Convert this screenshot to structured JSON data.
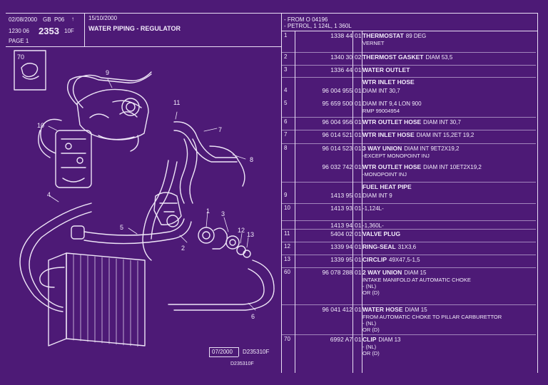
{
  "header": {
    "date": "02/08/2000",
    "market": "GB",
    "ref": "P06",
    "arrow": "↑",
    "codes": "1230 06",
    "page_code": "2353",
    "suffix": "10F",
    "page": "PAGE 1",
    "issue_date": "15/10/2000",
    "title": "WATER PIPING - REGULATOR",
    "from": "- FROM O   04196",
    "applicability": "- PETROL, 1 124L, 1 360L"
  },
  "diagram": {
    "inset_label": "70",
    "callouts": [
      "9",
      "11",
      "10",
      "7",
      "8",
      "4",
      "1",
      "3",
      "12",
      "13",
      "5",
      "2",
      "6"
    ]
  },
  "parts": [
    {
      "idx": "1",
      "ref": "1338 44",
      "qty": "01",
      "name": "THERMOSTAT",
      "detail": "89 DEG",
      "sub": [
        "VERNET"
      ]
    },
    {
      "idx": "2",
      "ref": "1340 30",
      "qty": "02",
      "name": "THERMOST GASKET",
      "detail": "DIAM 53,5",
      "sub": []
    },
    {
      "idx": "3",
      "ref": "1336 44",
      "qty": "01",
      "name": "WATER OUTLET",
      "detail": "",
      "sub": []
    },
    {
      "idx": "",
      "ref": "",
      "qty": "",
      "name": "WTR INLET HOSE",
      "detail": "",
      "sub": []
    },
    {
      "idx": "4",
      "ref": "96 004 955",
      "qty": "01",
      "name": "",
      "detail": "DIAM INT 30,7",
      "sub": []
    },
    {
      "idx": "5",
      "ref": "95 659 500",
      "qty": "01",
      "name": "",
      "detail": "DIAM INT 9,4 LON 900",
      "sub": [
        "RMP 99004954"
      ]
    },
    {
      "idx": "6",
      "ref": "96 004 956",
      "qty": "01",
      "name": "WTR OUTLET HOSE",
      "detail": "DIAM INT 30,7",
      "sub": []
    },
    {
      "idx": "7",
      "ref": "96 014 521",
      "qty": "01",
      "name": "WTR INLET HOSE",
      "detail": "DIAM INT 15,2ET 19,2",
      "sub": []
    },
    {
      "idx": "8",
      "ref": "96 014 523",
      "qty": "01",
      "name": "3 WAY UNION",
      "detail": "DIAM INT 9ET2X19,2",
      "sub": [
        "-EXCEPT MONOPOINT INJ"
      ]
    },
    {
      "idx": "",
      "ref": "96 032 742",
      "qty": "01",
      "name": "WTR OUTLET HOSE",
      "detail": "DIAM INT 10ET2X19,2",
      "sub": [
        "-MONOPOINT INJ"
      ]
    },
    {
      "idx": "",
      "ref": "",
      "qty": "",
      "name": "FUEL HEAT PIPE",
      "detail": "",
      "sub": []
    },
    {
      "idx": "9",
      "ref": "1413 95",
      "qty": "01",
      "name": "",
      "detail": "DIAM INT 9",
      "sub": []
    },
    {
      "idx": "10",
      "ref": "1413 93",
      "qty": "01",
      "name": "",
      "detail": "-1,124L-",
      "sub": []
    },
    {
      "idx": "",
      "ref": "1413 94",
      "qty": "01",
      "name": "",
      "detail": "-1,360L-",
      "sub": []
    },
    {
      "idx": "11",
      "ref": "5404 02",
      "qty": "01",
      "name": "VALVE PLUG",
      "detail": "",
      "sub": []
    },
    {
      "idx": "12",
      "ref": "1339 94",
      "qty": "01",
      "name": "RING-SEAL",
      "detail": "31X3,6",
      "sub": []
    },
    {
      "idx": "13",
      "ref": "1339 95",
      "qty": "01",
      "name": "CIRCLIP",
      "detail": "49X47,5-1,5",
      "sub": []
    },
    {
      "idx": "60",
      "ref": "96 078 288",
      "qty": "01",
      "name": "2 WAY UNION",
      "detail": "DIAM 15",
      "sub": [
        "INTAKE MANIFOLD AT AUTOMATIC CHOKE",
        "-        (NL)",
        "OR (D)"
      ]
    },
    {
      "idx": "",
      "ref": "96 041 412",
      "qty": "01",
      "name": "WATER HOSE",
      "detail": "DIAM 15",
      "sub": [
        "FROM AUTOMATIC CHOKE TO PILLAR CARBURETTOR",
        "-        (NL)",
        "OR (D)"
      ]
    },
    {
      "idx": "70",
      "ref": "6992 A7",
      "qty": "01",
      "name": "CLIP",
      "detail": "DIAM 13",
      "sub": [
        "-        (NL)",
        "OR (D)"
      ]
    }
  ],
  "footer": {
    "date_box": "07/2000",
    "code": "D235310F",
    "code2": "D235310F"
  }
}
